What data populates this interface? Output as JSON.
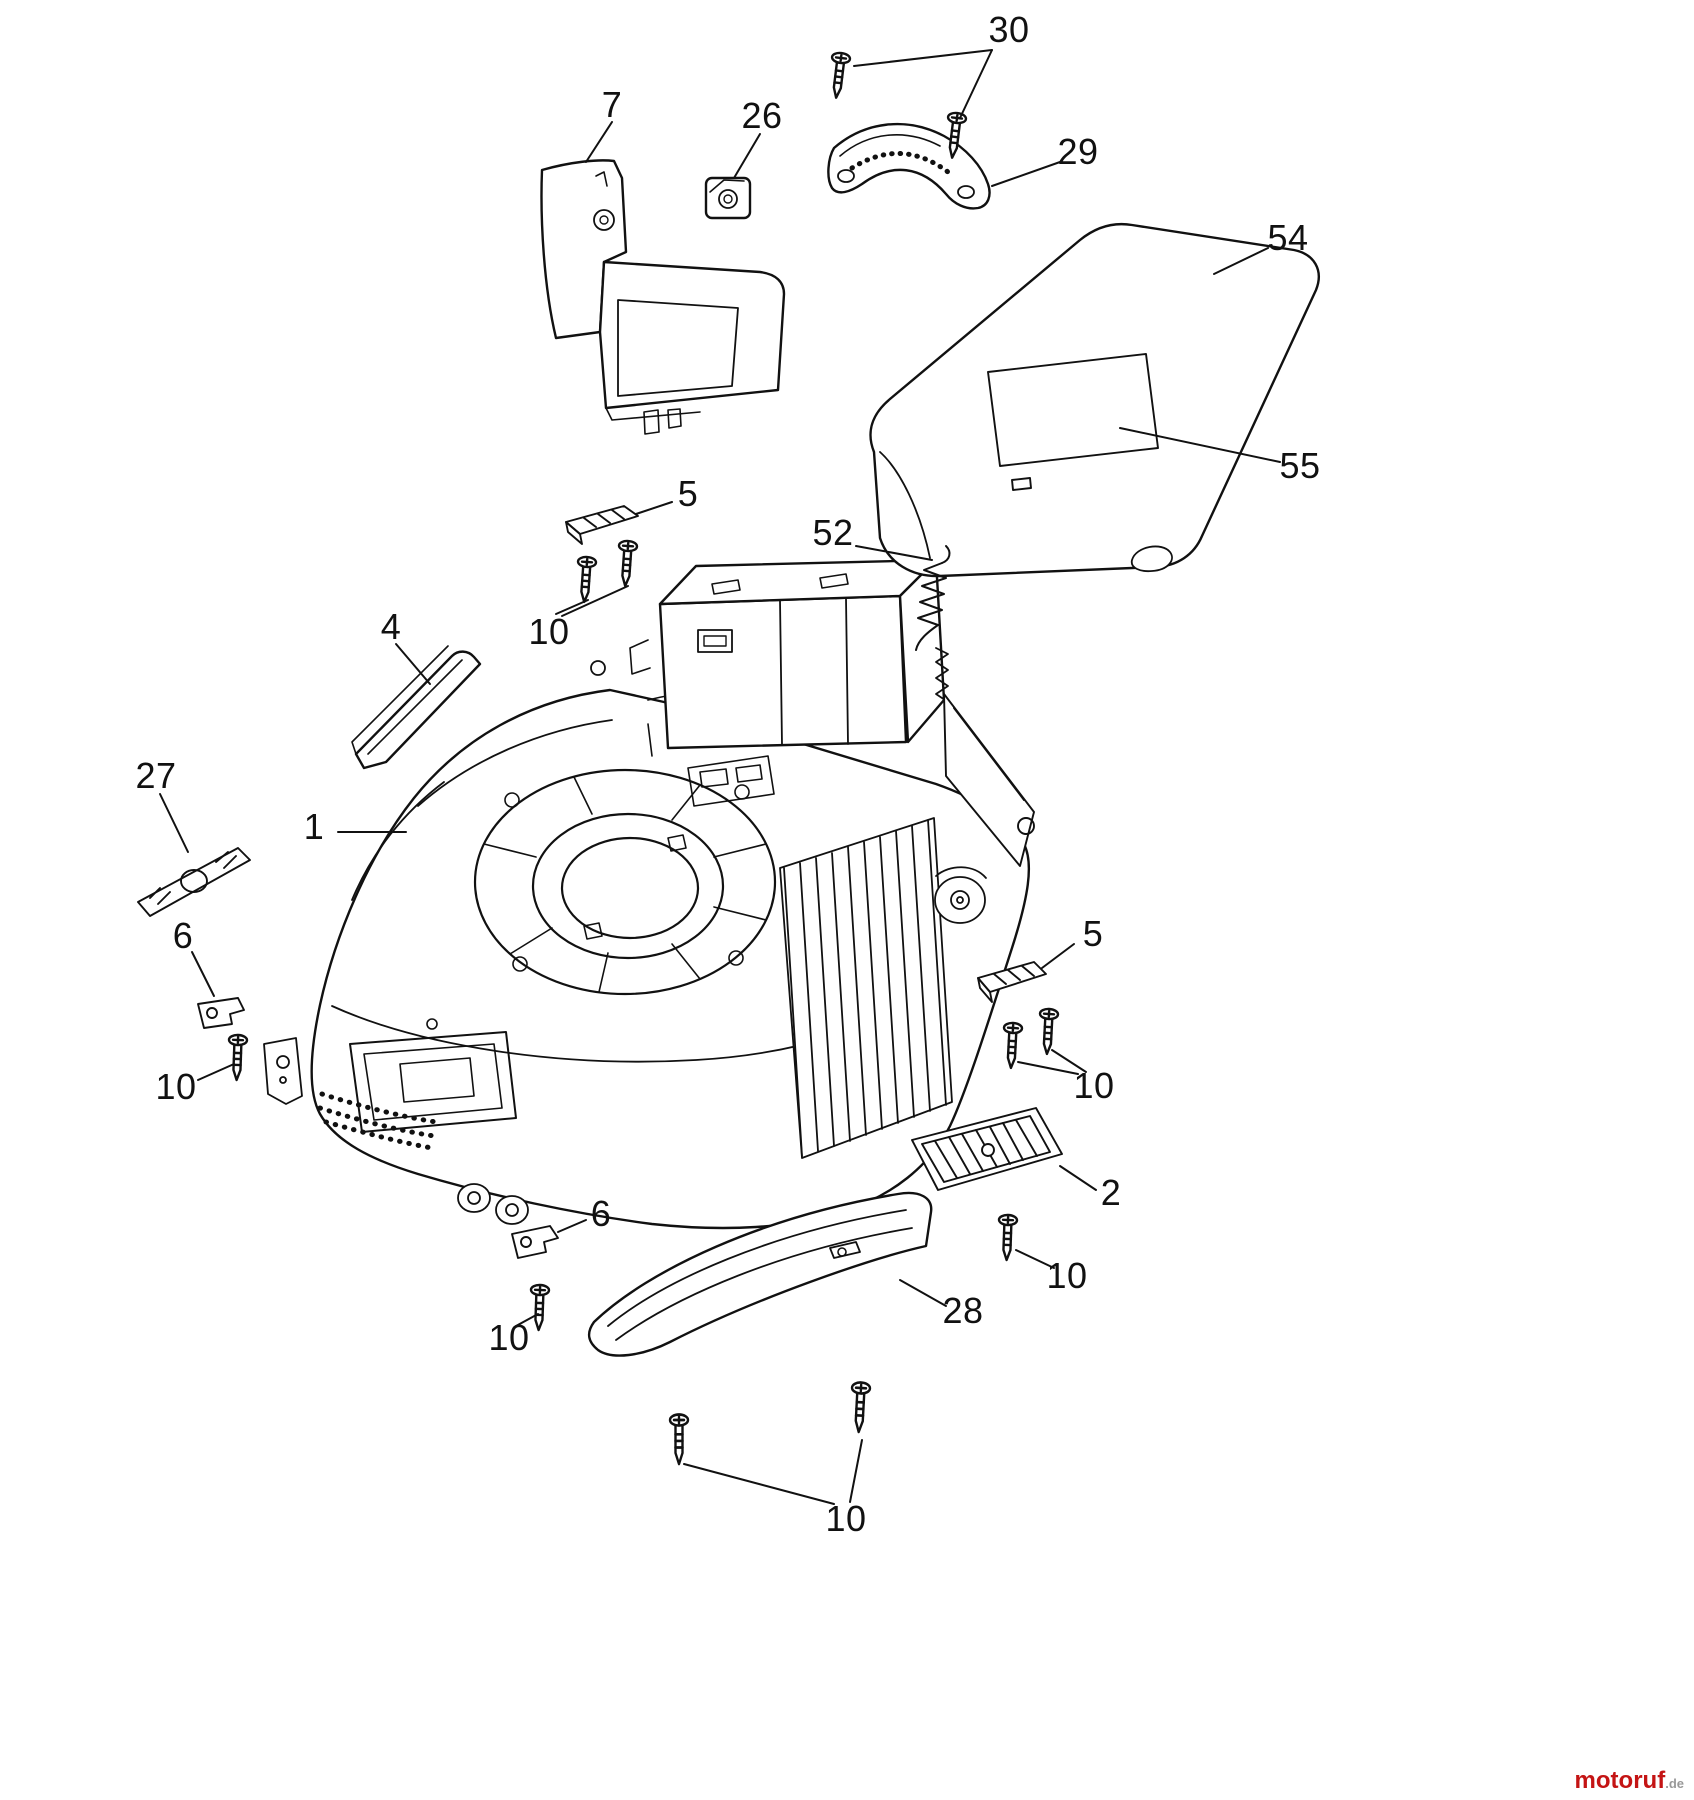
{
  "figure": {
    "type": "exploded-parts-diagram",
    "labels": {
      "n1": "1",
      "n2": "2",
      "n4": "4",
      "n5a": "5",
      "n5b": "5",
      "n6a": "6",
      "n6b": "6",
      "n7": "7",
      "n10a": "10",
      "n10b": "10",
      "n10c": "10",
      "n10d": "10",
      "n10e": "10",
      "n10f": "10",
      "n26": "26",
      "n27": "27",
      "n28": "28",
      "n29": "29",
      "n30": "30",
      "n52": "52",
      "n54": "54",
      "n55": "55"
    }
  },
  "watermark": {
    "brand": "motoruf",
    "tld": ".de"
  }
}
